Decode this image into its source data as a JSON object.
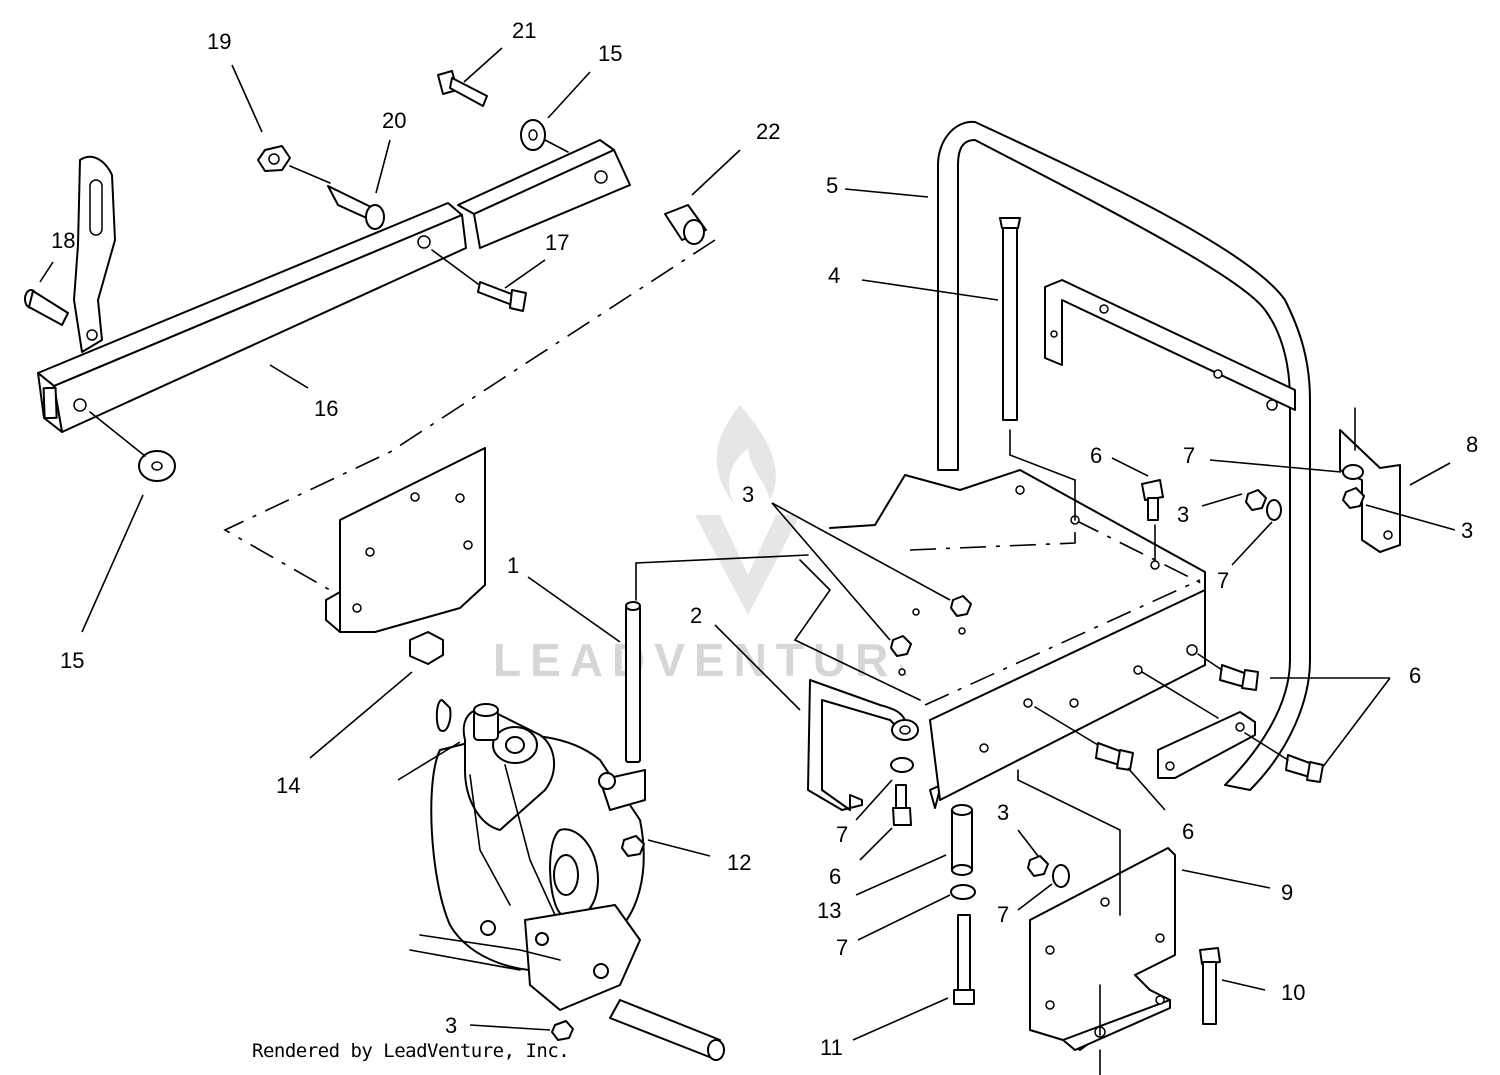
{
  "watermark": {
    "text": "LEADVENTURE"
  },
  "credit": "Rendered by LeadVenture, Inc.",
  "callouts": [
    {
      "id": "c19",
      "label": "19"
    },
    {
      "id": "c21",
      "label": "21"
    },
    {
      "id": "c15a",
      "label": "15"
    },
    {
      "id": "c20",
      "label": "20"
    },
    {
      "id": "c22",
      "label": "22"
    },
    {
      "id": "c18",
      "label": "18"
    },
    {
      "id": "c17",
      "label": "17"
    },
    {
      "id": "c16",
      "label": "16"
    },
    {
      "id": "c15b",
      "label": "15"
    },
    {
      "id": "c5",
      "label": "5"
    },
    {
      "id": "c4",
      "label": "4"
    },
    {
      "id": "c6a",
      "label": "6"
    },
    {
      "id": "c7a",
      "label": "7"
    },
    {
      "id": "c8",
      "label": "8"
    },
    {
      "id": "c3a",
      "label": "3"
    },
    {
      "id": "c3b",
      "label": "3"
    },
    {
      "id": "c3c",
      "label": "3"
    },
    {
      "id": "c7b",
      "label": "7"
    },
    {
      "id": "c1",
      "label": "1"
    },
    {
      "id": "c2",
      "label": "2"
    },
    {
      "id": "c6b",
      "label": "6"
    },
    {
      "id": "c14",
      "label": "14"
    },
    {
      "id": "c12",
      "label": "12"
    },
    {
      "id": "c7c",
      "label": "7"
    },
    {
      "id": "c6c",
      "label": "6"
    },
    {
      "id": "c6d",
      "label": "6"
    },
    {
      "id": "c3d",
      "label": "3"
    },
    {
      "id": "c9",
      "label": "9"
    },
    {
      "id": "c13",
      "label": "13"
    },
    {
      "id": "c7d",
      "label": "7"
    },
    {
      "id": "c7e",
      "label": "7"
    },
    {
      "id": "c10",
      "label": "10"
    },
    {
      "id": "c11",
      "label": "11"
    },
    {
      "id": "c3e",
      "label": "3"
    }
  ]
}
